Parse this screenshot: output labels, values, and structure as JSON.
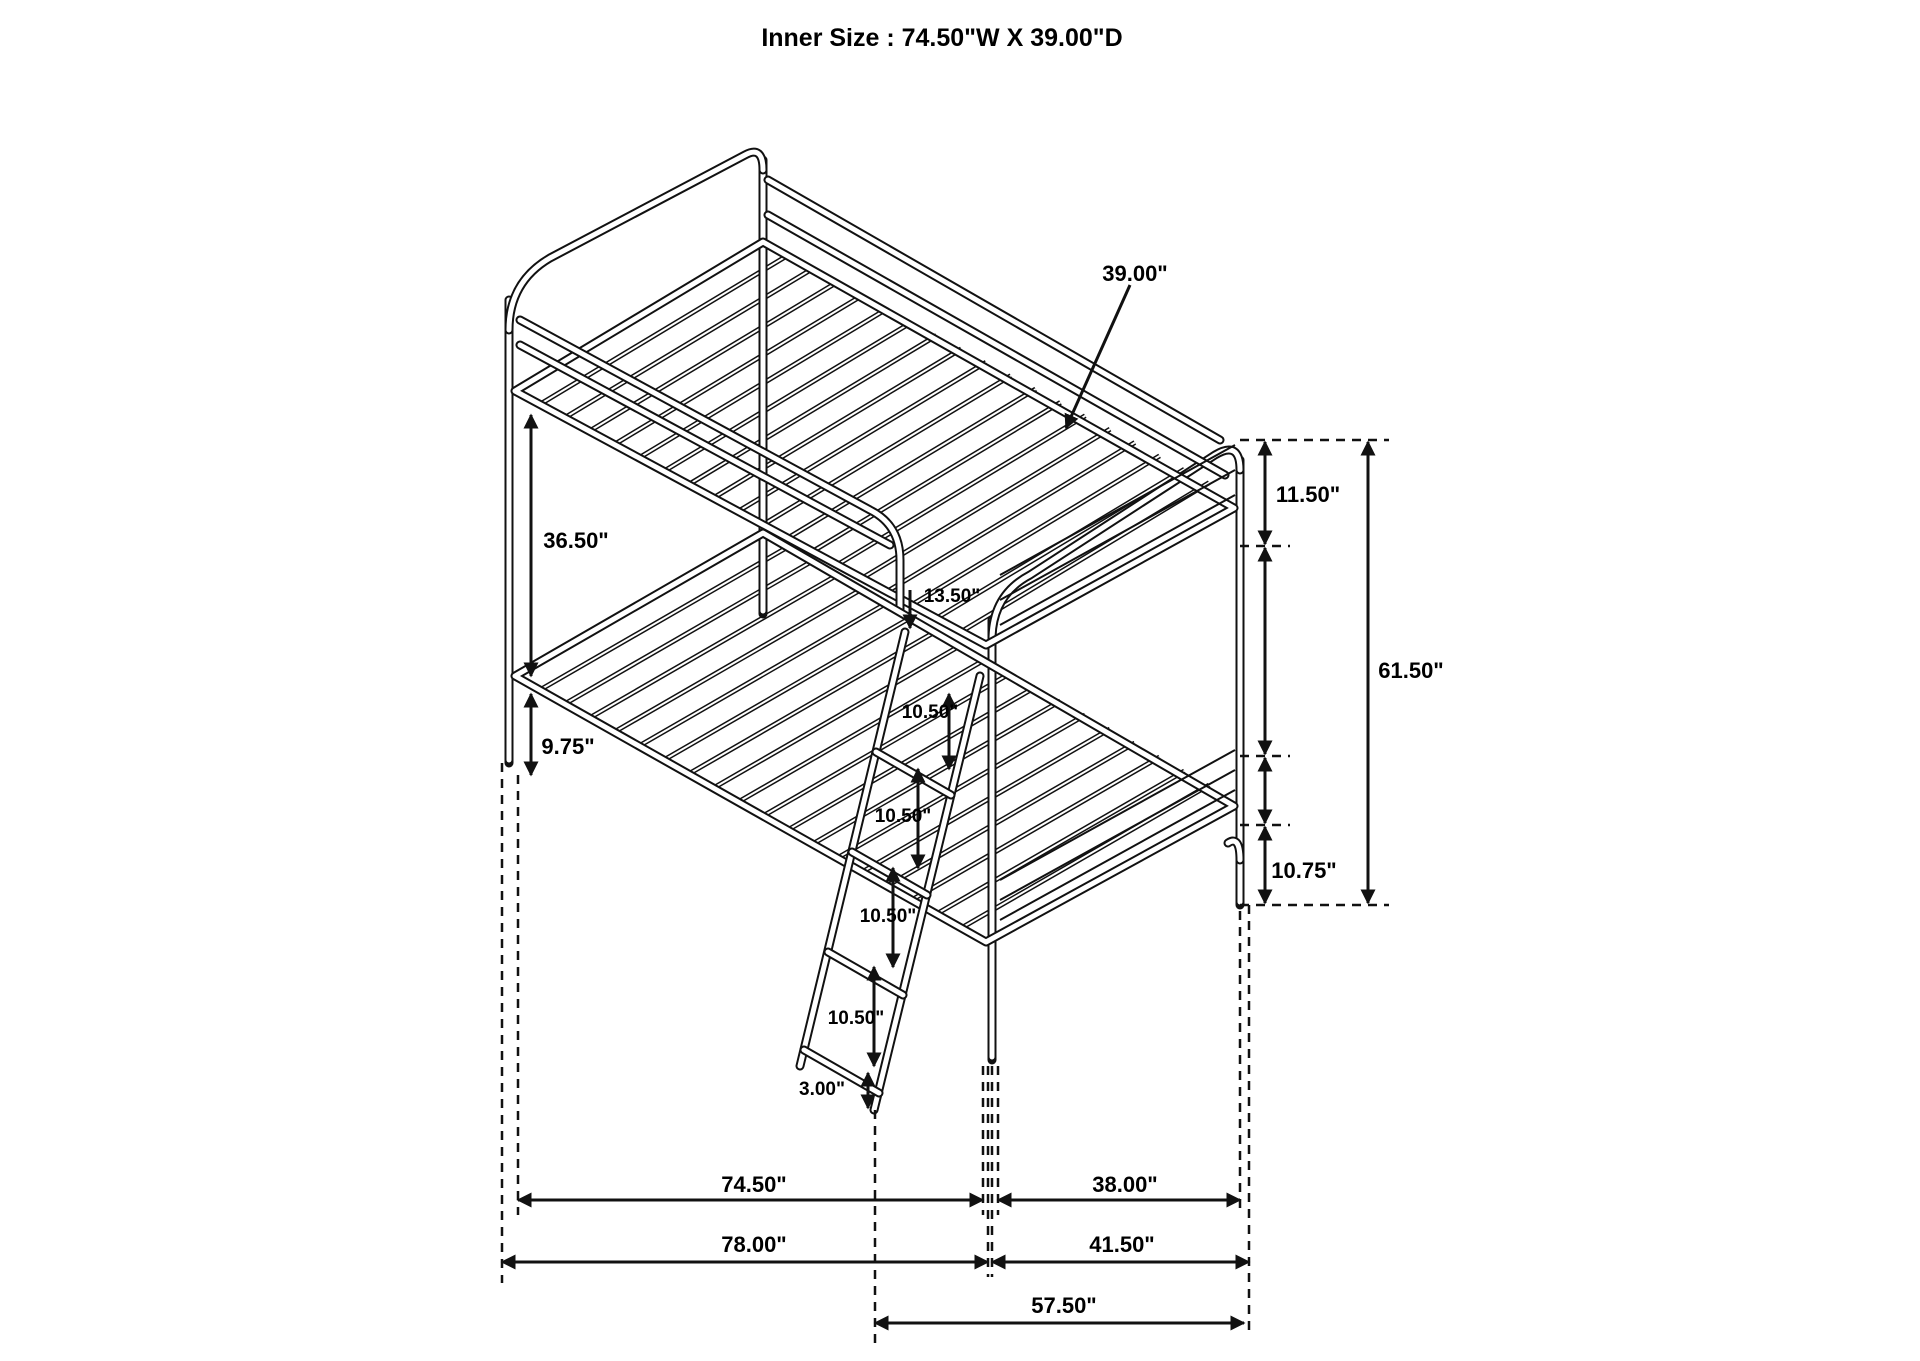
{
  "title": "Inner Size : 74.50\"W X 39.00\"D",
  "dimensions": {
    "slat_depth": "39.00\"",
    "guard_rail_height": "11.50\"",
    "total_height": "61.50\"",
    "bunk_clearance": "36.50\"",
    "ladder_top": "13.50\"",
    "rung_spacing_1": "10.50\"",
    "rung_spacing_2": "10.50\"",
    "rung_spacing_3": "10.50\"",
    "rung_spacing_4": "10.50\"",
    "lower_deck_height": "9.75\"",
    "lower_rail_height": "10.75\"",
    "ladder_foot": "3.00\"",
    "inner_length": "74.50\"",
    "outer_length": "78.00\"",
    "inner_width": "38.00\"",
    "outer_width": "41.50\"",
    "width_with_ladder": "57.50\""
  }
}
